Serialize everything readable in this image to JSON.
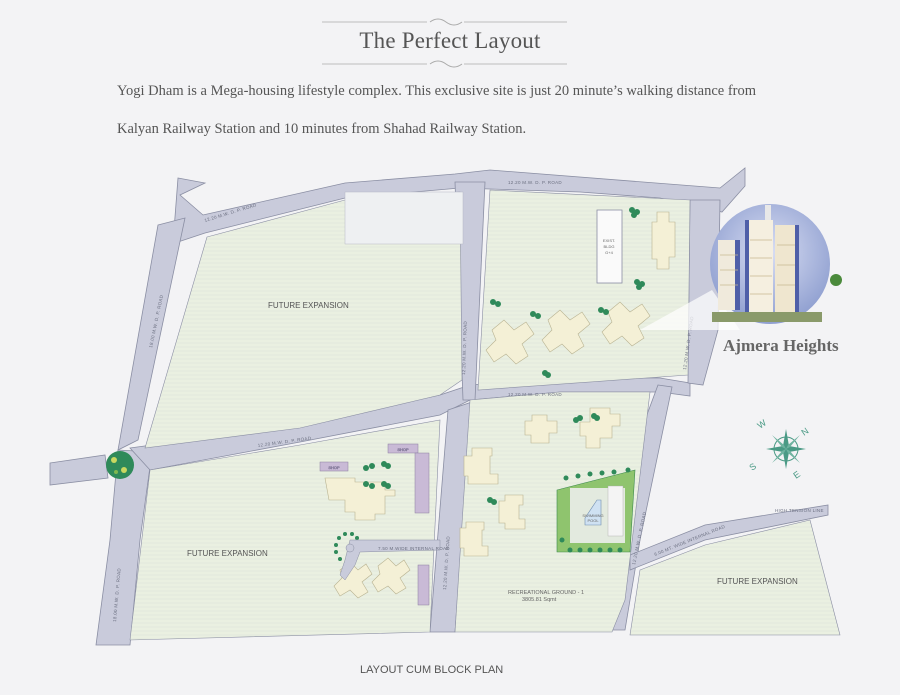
{
  "header": {
    "title": "The Perfect Layout",
    "description_line1": "Yogi Dham is a Mega-housing lifestyle complex. This exclusive site is just 20 minute’s walking distance from",
    "description_line2": "Kalyan Railway Station and 10 minutes  from  Shahad  Railway  Station."
  },
  "map": {
    "roads": {
      "top_left": "12.20 M.W. D. P. ROAD",
      "top_right": "12.20 M.W. D. P. ROAD",
      "left_vertical": "18.00 M.W. D. P. ROAD",
      "middle_diagonal": "12.20 M.W. D. P. ROAD",
      "center_vertical_upper": "12.20 M.W. D. P. ROAD",
      "center_vertical_lower": "12.20 M.W. D. P. ROAD",
      "right_vertical_upper": "12.20 M.W. D. P. ROAD",
      "middle_right": "12.20 M.W. D. P. ROAD",
      "right_vertical_lower": "12.20 M.W. D. P. ROAD",
      "lower_left_vertical": "18.00 M.W. D. P. ROAD",
      "internal_road": "6.00 MT. WIDE INTERNAL ROAD",
      "internal_road_small": "7.50 M.WIDE INTERNAL ROAD",
      "high_tension_line": "HIGH TENSION LINE"
    },
    "zones": {
      "future_expansion_1": "FUTURE EXPANSION",
      "future_expansion_2": "FUTURE EXPANSION",
      "future_expansion_3": "FUTURE EXPANSION",
      "existing_building_line1": "EXIST.",
      "existing_building_line2": "BLDG",
      "existing_building_line3": "G+4",
      "swimming_pool_line1": "SWIMMING",
      "swimming_pool_line2": "POOL",
      "recreational_ground": "RECREATIONAL GROUND - 1",
      "recreational_area": "3805.81 Sqmt",
      "shop": "SHOP"
    },
    "compass": {
      "n": "N",
      "s": "S",
      "e": "E",
      "w": "W"
    },
    "colors": {
      "road": "#c9cbdb",
      "road_edge": "#8a8ea3",
      "land": "#e3eadf",
      "building": "#f4f0d6",
      "shop": "#c9bad6",
      "tree": "#2f8a5a",
      "garden": "#8fc46e",
      "compass": "#4a9a85"
    }
  },
  "callout": {
    "label": "Ajmera Heights"
  },
  "footer": {
    "caption": "LAYOUT CUM BLOCK PLAN"
  }
}
